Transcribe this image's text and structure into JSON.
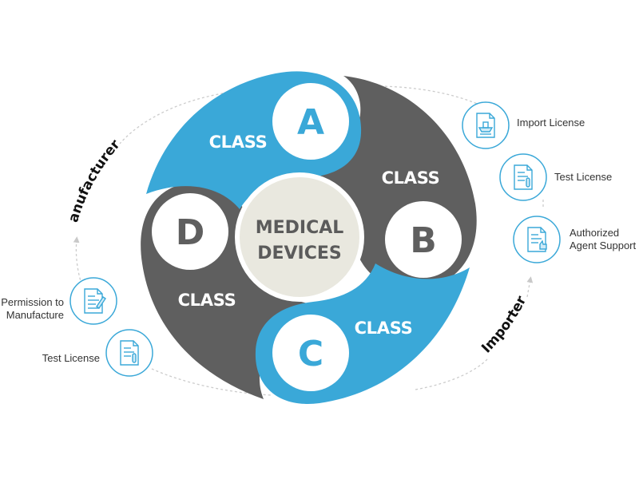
{
  "center": {
    "line1": "MEDICAL",
    "line2": "DEVICES"
  },
  "classes": [
    {
      "word": "CLASS",
      "letter": "A"
    },
    {
      "word": "CLASS",
      "letter": "B"
    },
    {
      "word": "CLASS",
      "letter": "C"
    },
    {
      "word": "CLASS",
      "letter": "D"
    }
  ],
  "manufacturers": {
    "title": "Manufacturers",
    "items": [
      {
        "label_line1": "Permission to",
        "label_line2": "Manufacture",
        "icon": "document-pen-icon"
      },
      {
        "label": "Test License",
        "icon": "document-tube-icon"
      }
    ]
  },
  "importer": {
    "title": "Importer",
    "items": [
      {
        "label": "Import License",
        "icon": "document-ship-icon"
      },
      {
        "label": "Test License",
        "icon": "document-tube-icon"
      },
      {
        "label_line1": "Authorized",
        "label_line2": "Agent Support",
        "icon": "document-thumbs-up-icon"
      }
    ]
  },
  "colors": {
    "blue": "#3aa8d8",
    "gray": "#5f5f5f",
    "center": "#e9e8df",
    "icon_stroke": "#3aa8d8",
    "dashed": "#cccccc"
  }
}
